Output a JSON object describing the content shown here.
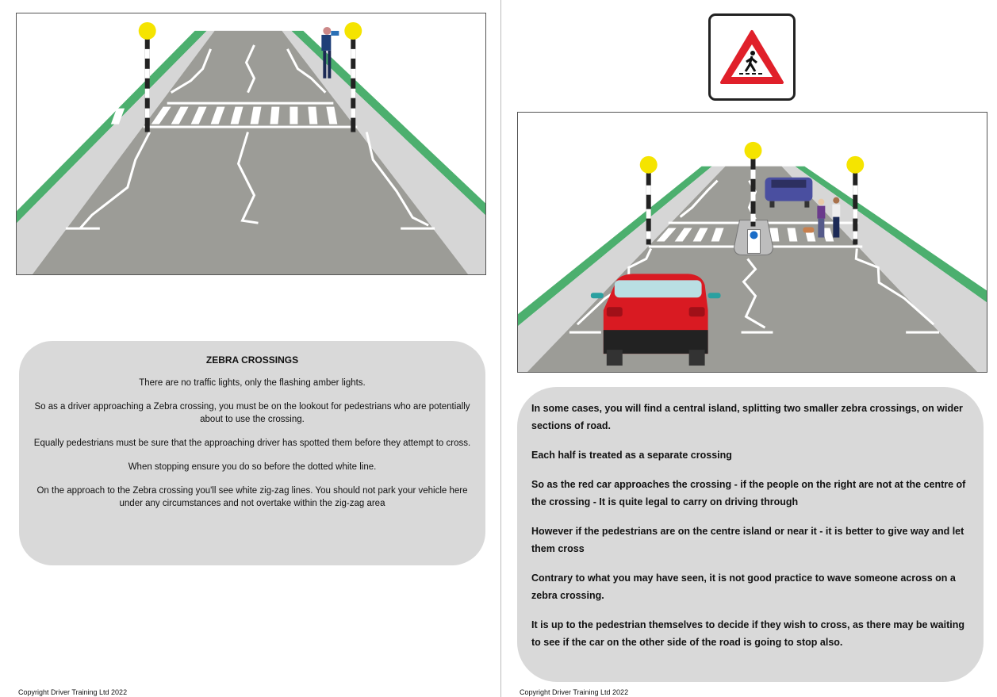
{
  "left_page": {
    "title": "ZEBRA CROSSINGS",
    "paragraphs": [
      "There are no traffic lights, only the flashing amber lights.",
      "So as a driver approaching a Zebra crossing, you must be on the lookout for pedestrians who are        potentially about to use the crossing.",
      "Equally pedestrians must be sure that the approaching driver has spotted them before they attempt to cross.",
      "When stopping ensure you do so before the dotted white line.",
      "On the approach to the Zebra crossing you'll see white zig-zag lines. You should not park your vehicle here under any circumstances and not overtake within the zig-zag area"
    ],
    "footer": "Copyright Driver Training Ltd 2022"
  },
  "right_page": {
    "paragraphs": [
      "In some cases, you will find a central island, splitting two smaller zebra crossings, on wider sections of road.",
      "Each half is treated as a separate crossing",
      "So as the red car approaches the crossing - if the people on the right are not at the centre of the crossing - It is quite legal to carry on driving through",
      "However if the pedestrians are on the centre island or near it - it is better to give way and let them cross",
      "Contrary to what you may have seen, it is not good practice to wave someone across on a zebra crossing.",
      "It is up to the pedestrian themselves to decide if they wish to cross, as there may be waiting to see if the car on the other side of the road is going to stop also."
    ],
    "footer": "Copyright Driver Training Ltd 2022"
  },
  "colors": {
    "verge": "#4caf6e",
    "pavement": "#d6d6d6",
    "road": "#9c9c97",
    "beacon": "#f5e400",
    "panel": "#d9d9d9",
    "sign_red": "#e0202a"
  }
}
